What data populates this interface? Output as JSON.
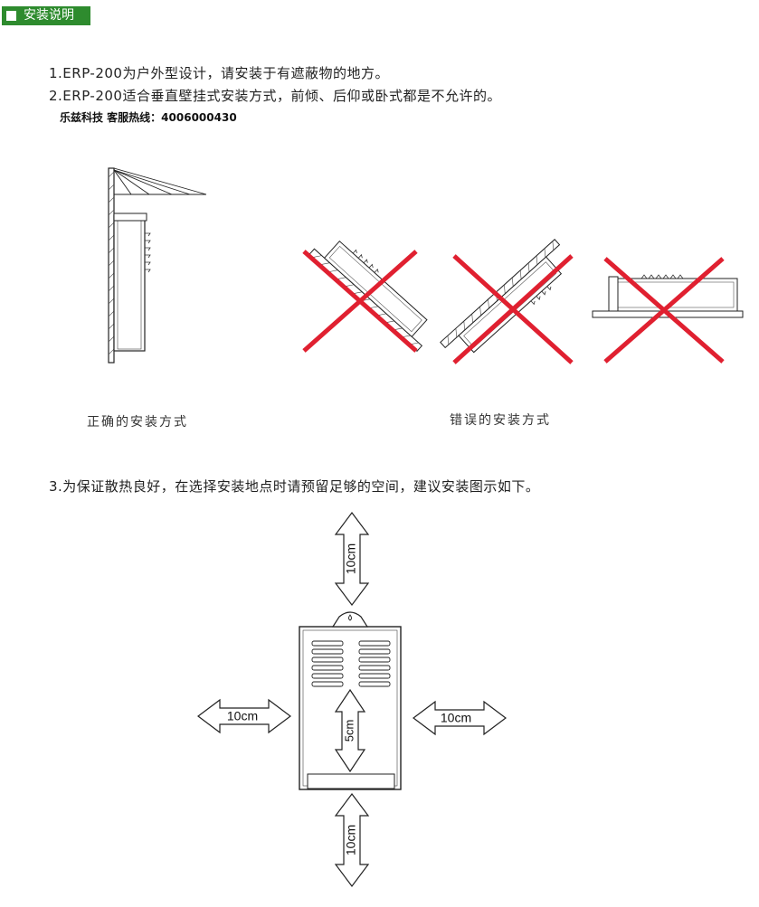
{
  "header": {
    "title": "安装说明"
  },
  "instructions": {
    "item1": "1.ERP-200为户外型设计，请安装于有遮蔽物的地方。",
    "item2": "2.ERP-200适合垂直壁挂式安装方式，前倾、后仰或卧式都是不允许的。",
    "hotline": "乐兹科技 客服热线：4006000430",
    "item3": "3.为保证散热良好，在选择安装地点时请预留足够的空间，建议安装图示如下。"
  },
  "figures": {
    "correct_caption": "正确的安装方式",
    "wrong_caption": "错误的安装方式"
  },
  "clearance": {
    "top": "10cm",
    "left": "10cm",
    "right": "10cm",
    "front": "5cm",
    "bottom": "10cm"
  },
  "colors": {
    "header_bg": "#2e8b2e",
    "cross": "#e02030"
  }
}
